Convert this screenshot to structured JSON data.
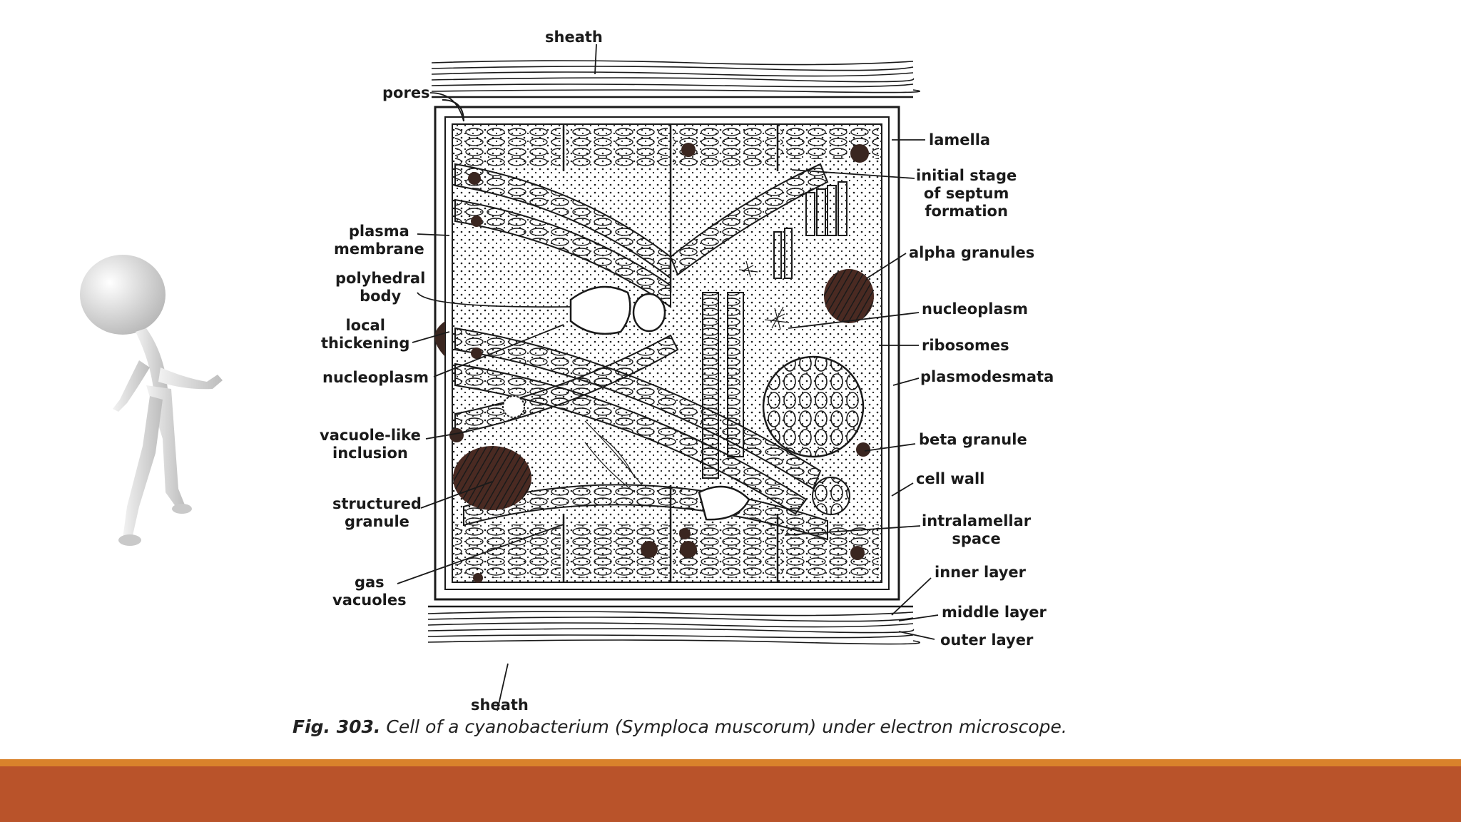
{
  "figure": {
    "number": "Fig. 303.",
    "caption": "Cell of a cyanobacterium (Symploca muscorum) under electron microscope."
  },
  "labels": {
    "sheath_top": "sheath",
    "sheath_bottom": "sheath",
    "pores": "pores",
    "plasma_membrane": "plasma\nmembrane",
    "polyhedral_body": "polyhedral\nbody",
    "local_thickening": "local\nthickening",
    "nucleoplasm_left": "nucleoplasm",
    "vacuole_like_inclusion": "vacuole-like\ninclusion",
    "structured_granule": "structured\ngranule",
    "gas_vacuoles": "gas\nvacuoles",
    "lamella": "lamella",
    "initial_stage_septum": "initial stage\nof septum\nformation",
    "alpha_granules": "alpha granules",
    "nucleoplasm_right": "nucleoplasm",
    "ribosomes": "ribosomes",
    "plasmodesmata": "plasmodesmata",
    "beta_granule": "beta granule",
    "cell_wall": "cell wall",
    "intralamellar_space": "intralamellar\nspace",
    "inner_layer": "inner layer",
    "middle_layer": "middle layer",
    "outer_layer": "outer layer"
  },
  "colors": {
    "band_stripe": "#d9822b",
    "band": "#b9532a",
    "ink": "#1a1a1a",
    "granule": "#4a2a22",
    "figure_body": "#e8e8e8"
  }
}
